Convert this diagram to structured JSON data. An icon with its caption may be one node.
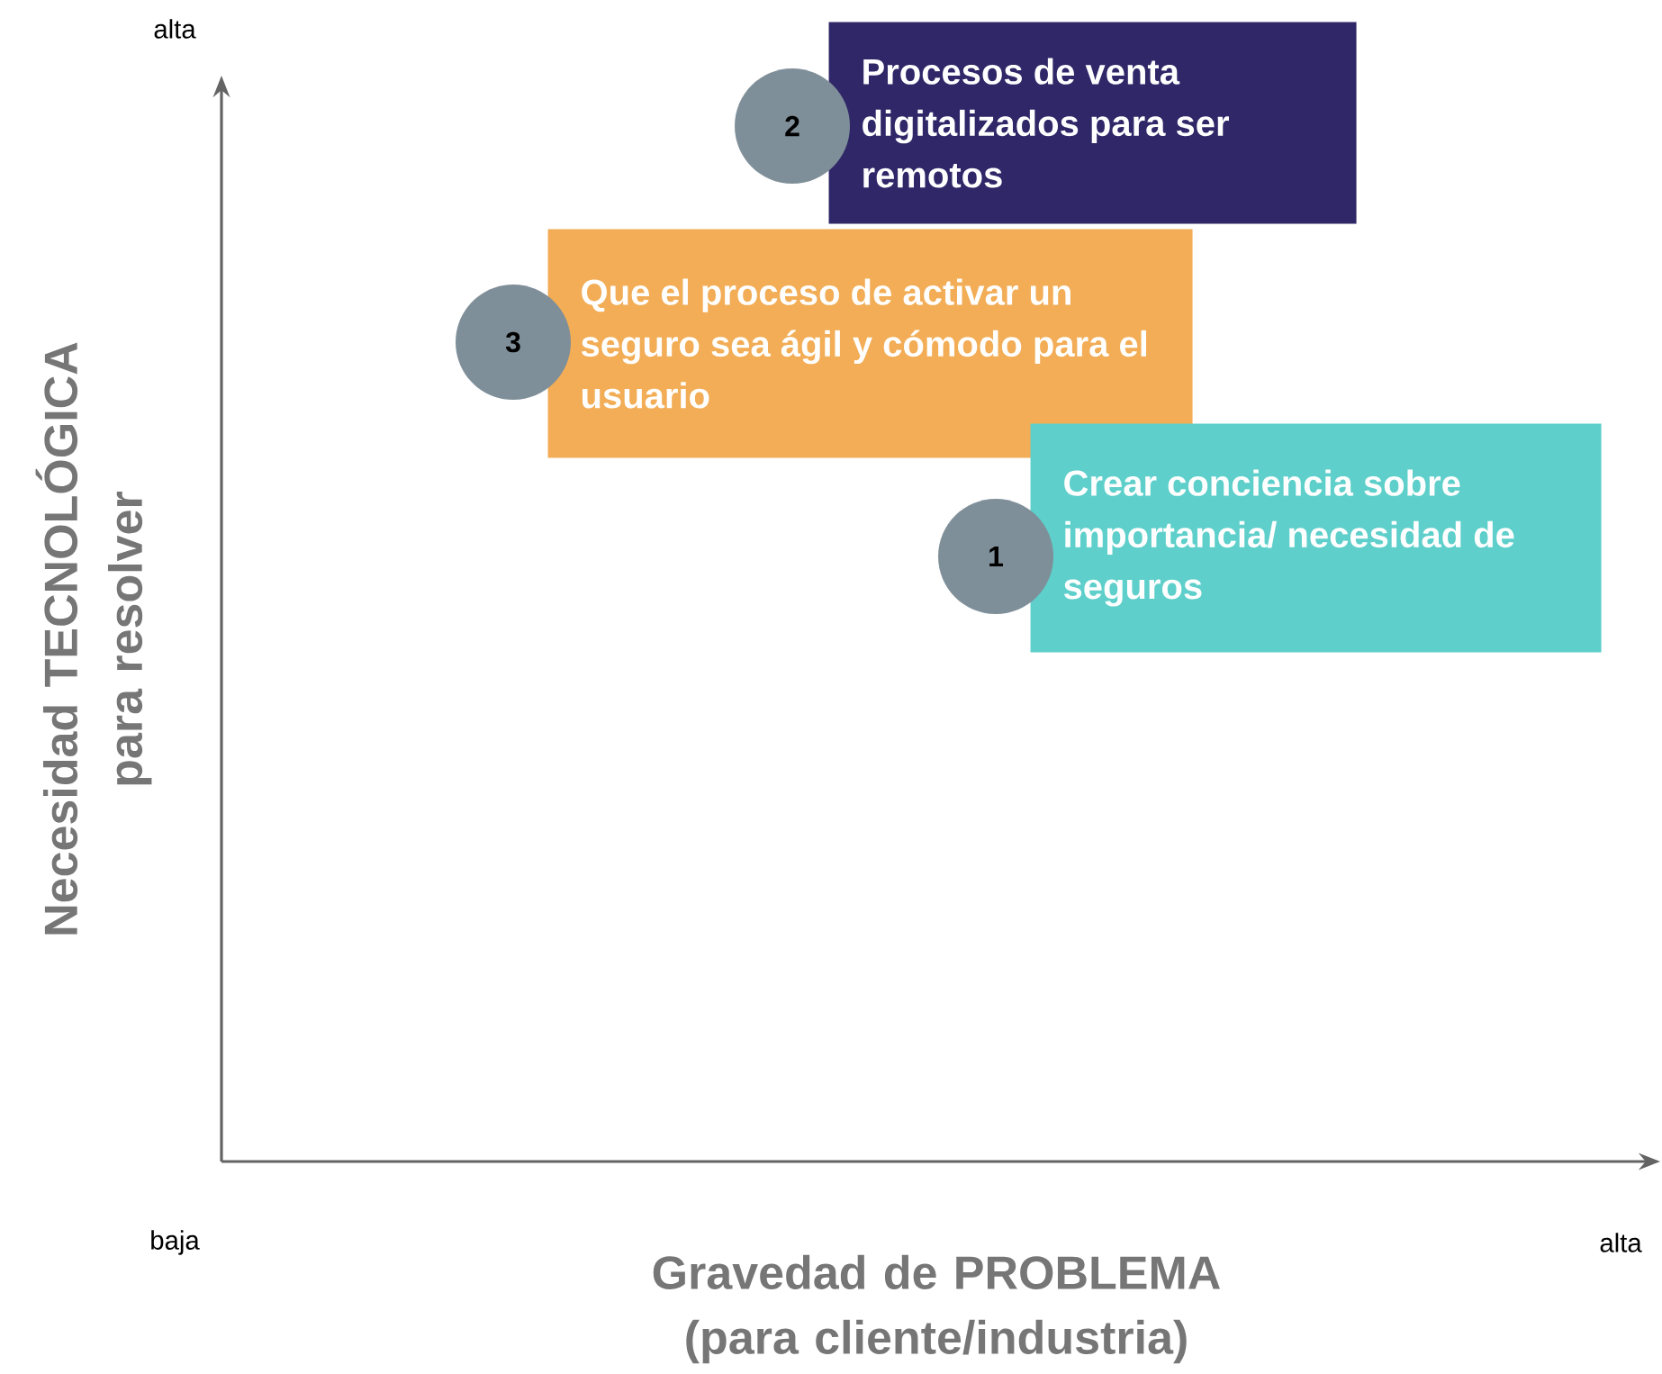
{
  "diagram": {
    "nodes": [
      {
        "text": [
          "2"
        ]
      },
      {
        "text": [
          "Procesos de venta digitalizados para ser remotos"
        ]
      },
      {
        "text": [
          "3"
        ]
      },
      {
        "text": [
          "Que el proceso de activar un seguro sea ágil y cómodo para el usuario"
        ]
      },
      {
        "text": [
          "Crear conciencia sobre importancia/ necesidad de seguros"
        ]
      },
      {
        "text": [
          "1"
        ]
      }
    ],
    "labels": [
      "alta",
      "Necesidad TECNOLÓGICA para resolver",
      "baja",
      "alta",
      "Gravedad de PROBLEMA (para cliente/industria)"
    ]
  }
}
